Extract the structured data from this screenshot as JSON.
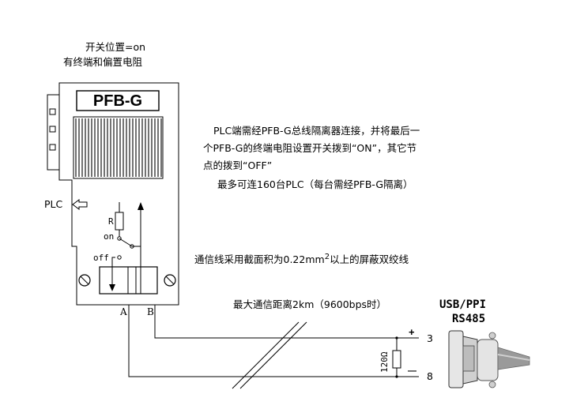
{
  "switch_note": {
    "line1": "开关位置=on",
    "line2": "有终端和偏置电阻"
  },
  "connector": {
    "model_label": "PFB-G",
    "plc_label": "PLC",
    "resistor_label": "R",
    "on_label": "on",
    "off_label": "off",
    "terminal_a": "A",
    "terminal_b": "B"
  },
  "instructions": {
    "para_line1": "PLC端需经PFB-G总线隔离器连接，并将最后一",
    "para_line2": "个PFB-G的终端电阻设置开关拨到“ON”，其它节",
    "para_line3": "点的拨到“OFF”",
    "max_line": "最多可连160台PLC（每台需经PFB-G隔离）",
    "cable_text_before": "通信线采用截面积为0.22mm",
    "cable_superscript": "2",
    "cable_text_after": "以上的屏蔽双绞线",
    "distance": "最大通信距离2km（9600bps时）"
  },
  "adapter": {
    "title": "USB/PPI",
    "subtitle": "RS485",
    "pin_top": "3",
    "pin_bottom": "8",
    "plus_sign": "+",
    "minus_sign": "—",
    "resistor_value": "120Ω"
  }
}
